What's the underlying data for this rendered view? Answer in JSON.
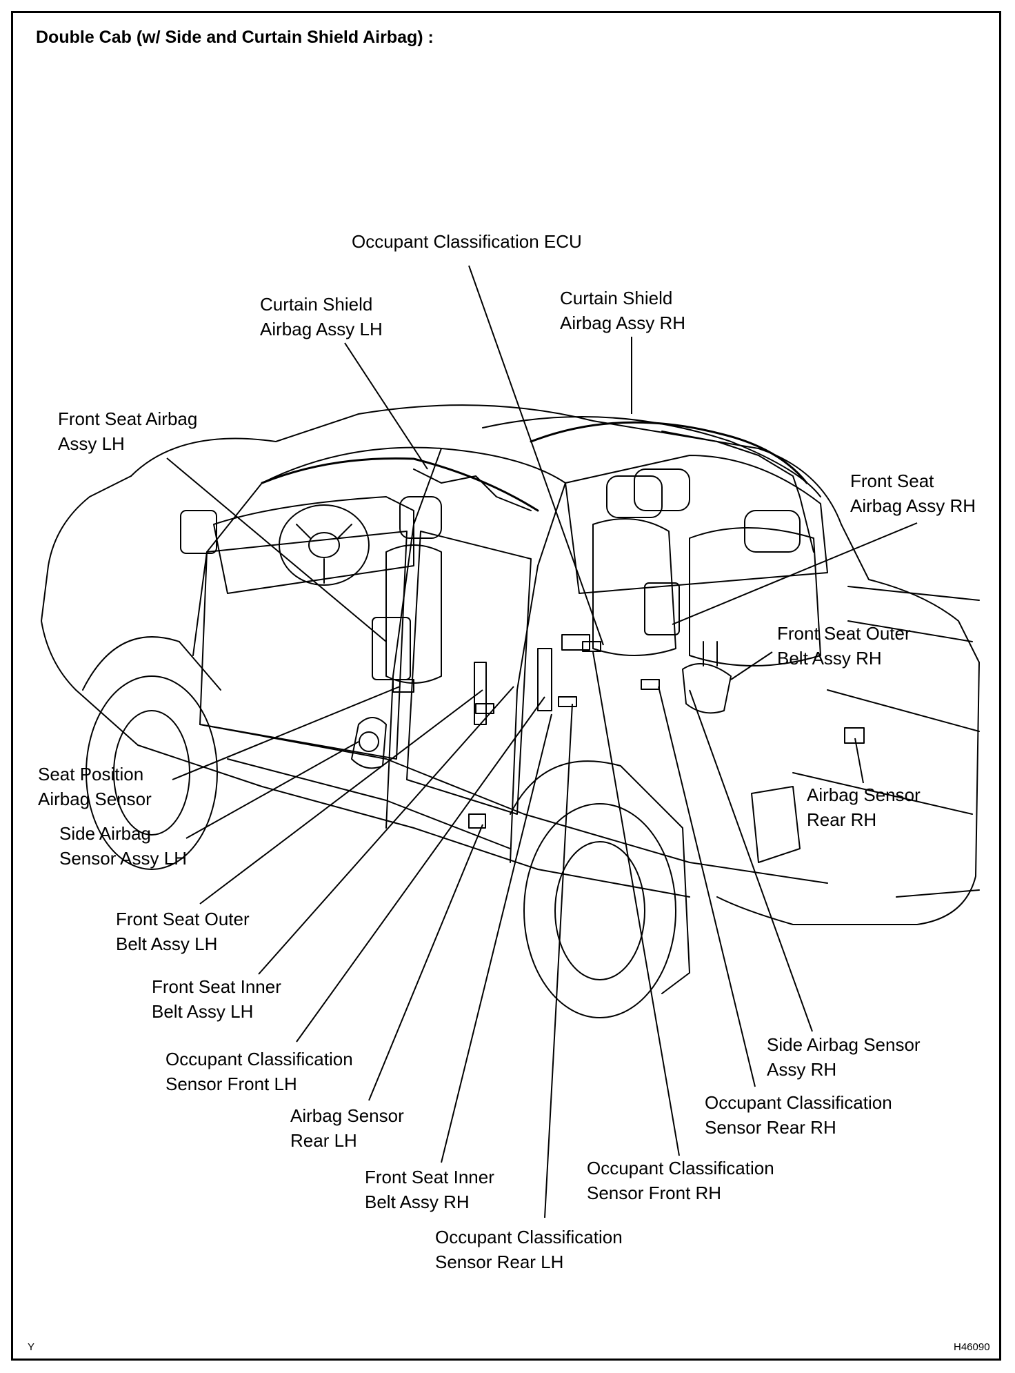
{
  "title": "Double Cab (w/ Side and Curtain Shield Airbag) :",
  "labels": {
    "occ_ecu": [
      "Occupant Classification ECU"
    ],
    "curtain_lh": [
      "Curtain Shield",
      "Airbag Assy LH"
    ],
    "curtain_rh": [
      "Curtain Shield",
      "Airbag Assy RH"
    ],
    "front_airbag_lh": [
      "Front Seat Airbag",
      "Assy LH"
    ],
    "front_airbag_rh": [
      "Front Seat",
      "Airbag Assy RH"
    ],
    "outer_belt_rh": [
      "Front Seat Outer",
      "Belt Assy RH"
    ],
    "seat_position": [
      "Seat Position",
      "Airbag Sensor"
    ],
    "side_sensor_lh": [
      "Side Airbag",
      "Sensor Assy LH"
    ],
    "airbag_sensor_rear_rh": [
      "Airbag Sensor",
      "Rear RH"
    ],
    "outer_belt_lh": [
      "Front Seat Outer",
      "Belt Assy LH"
    ],
    "inner_belt_lh": [
      "Front Seat Inner",
      "Belt Assy LH"
    ],
    "occ_front_lh": [
      "Occupant Classification",
      "Sensor Front LH"
    ],
    "side_sensor_rh": [
      "Side Airbag Sensor",
      "Assy RH"
    ],
    "occ_rear_rh": [
      "Occupant Classification",
      "Sensor Rear RH"
    ],
    "airbag_sensor_rear_lh": [
      "Airbag Sensor",
      "Rear LH"
    ],
    "occ_front_rh": [
      "Occupant Classification",
      "Sensor Front RH"
    ],
    "inner_belt_rh": [
      "Front Seat Inner",
      "Belt Assy RH"
    ],
    "occ_rear_lh": [
      "Occupant Classification",
      "Sensor Rear LH"
    ]
  },
  "corner_left": "Y",
  "corner_right": "H46090"
}
